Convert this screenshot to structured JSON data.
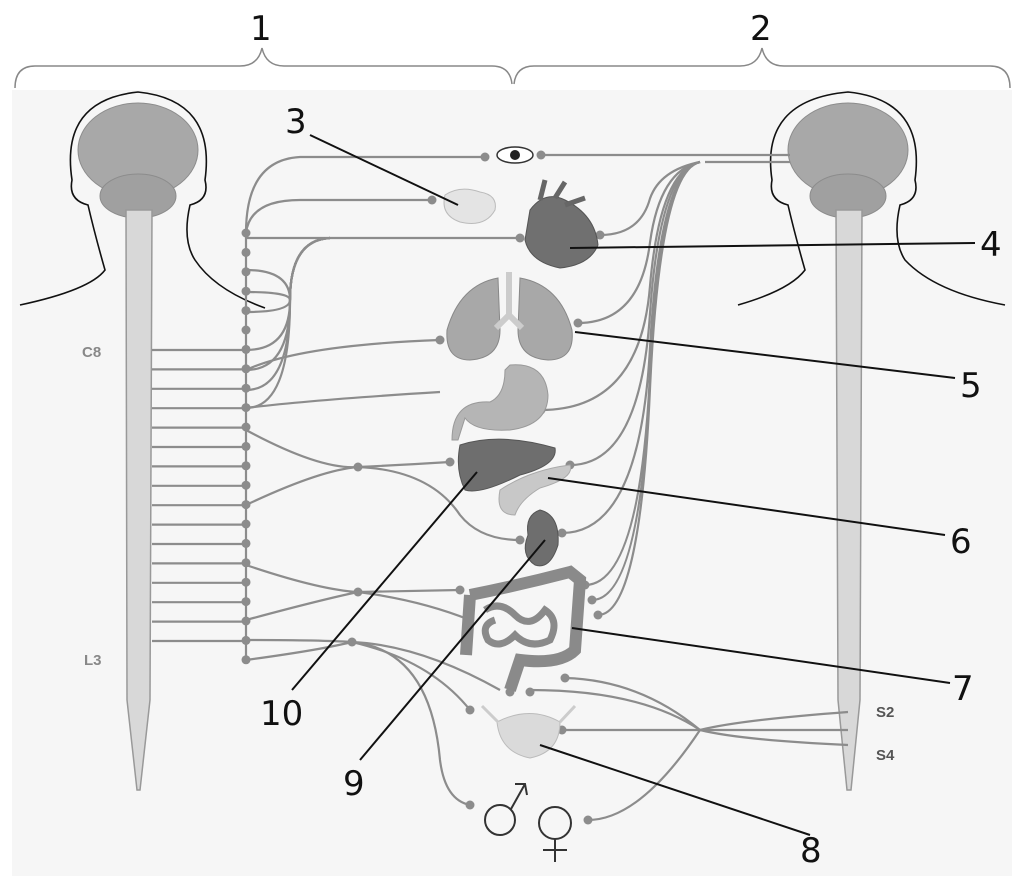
{
  "title_labels": {
    "sympathetic": "1",
    "parasympathetic": "2"
  },
  "callouts": [
    "3",
    "4",
    "5",
    "6",
    "7",
    "8",
    "9",
    "10"
  ],
  "spinal_segments": {
    "c8": "C8",
    "l3": "L3",
    "s2": "S2",
    "s4": "S4"
  },
  "colors": {
    "background": "#f6f6f6",
    "organ_dark": "#6e6e6e",
    "organ_mid": "#a8a8a8",
    "organ_light": "#d4d4d4",
    "nerve": "#8c8c8c"
  }
}
